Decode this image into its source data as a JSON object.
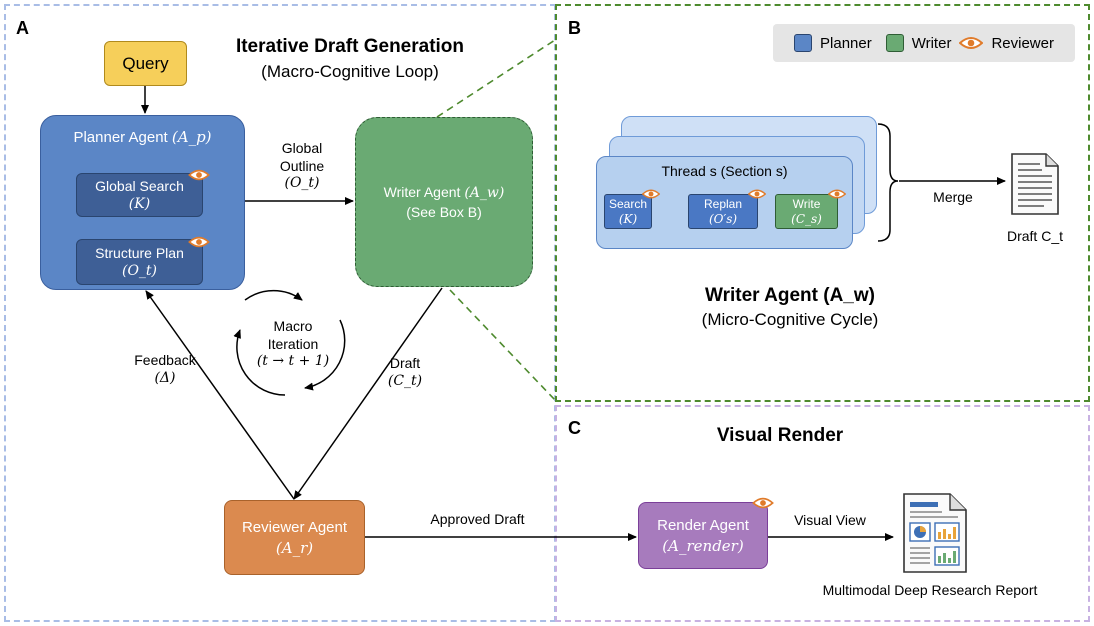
{
  "panels": {
    "a": {
      "letter": "A",
      "title": "Iterative Draft Generation",
      "subtitle": "(Macro-Cognitive Loop)"
    },
    "b": {
      "letter": "B",
      "title": "Writer Agent (A_w)",
      "subtitle": "(Micro-Cognitive Cycle)"
    },
    "c": {
      "letter": "C",
      "title": "Visual Render"
    }
  },
  "legend": {
    "planner": "Planner",
    "writer": "Writer",
    "reviewer": "Reviewer"
  },
  "query": "Query",
  "planner_agent": {
    "label": "Planner Agent",
    "symbol": "(A_p)"
  },
  "global_search": {
    "label": "Global Search",
    "symbol": "(K)"
  },
  "structure_plan": {
    "label": "Structure Plan",
    "symbol": "(O_t)"
  },
  "writer_agent": {
    "label": "Writer Agent",
    "symbol": "(A_w)",
    "note": "(See Box B)"
  },
  "global_outline": {
    "line1": "Global",
    "line2": "Outline",
    "symbol": "(O_t)"
  },
  "macro_iteration": {
    "line1": "Macro",
    "line2": "Iteration",
    "symbol": "(t → t + 1)"
  },
  "feedback": {
    "label": "Feedback",
    "symbol": "(Δ)"
  },
  "draft_edge": {
    "label": "Draft",
    "symbol": "(C_t)"
  },
  "reviewer_agent": {
    "label": "Reviewer Agent",
    "symbol": "(A_r)"
  },
  "approved_draft": "Approved Draft",
  "thread": {
    "title": "Thread s (Section s)",
    "search": "Search",
    "search_sym": "(K)",
    "replan": "Replan",
    "replan_sym": "(O′s)",
    "write": "Write",
    "write_sym": "(C_s)"
  },
  "merge": "Merge",
  "draft_output": "Draft C_t",
  "render_agent": {
    "label": "Render Agent",
    "symbol": "(A_render)"
  },
  "visual_view": "Visual View",
  "report": "Multimodal Deep Research Report",
  "colors": {
    "planner": "#5b86c6",
    "writer": "#6aaa73",
    "reviewer": "#db8a4f",
    "render": "#a77bbd",
    "query": "#f6cf5a",
    "thread": "#b6d0ef"
  },
  "icons": [
    "eye-icon",
    "document-icon",
    "report-icon"
  ]
}
